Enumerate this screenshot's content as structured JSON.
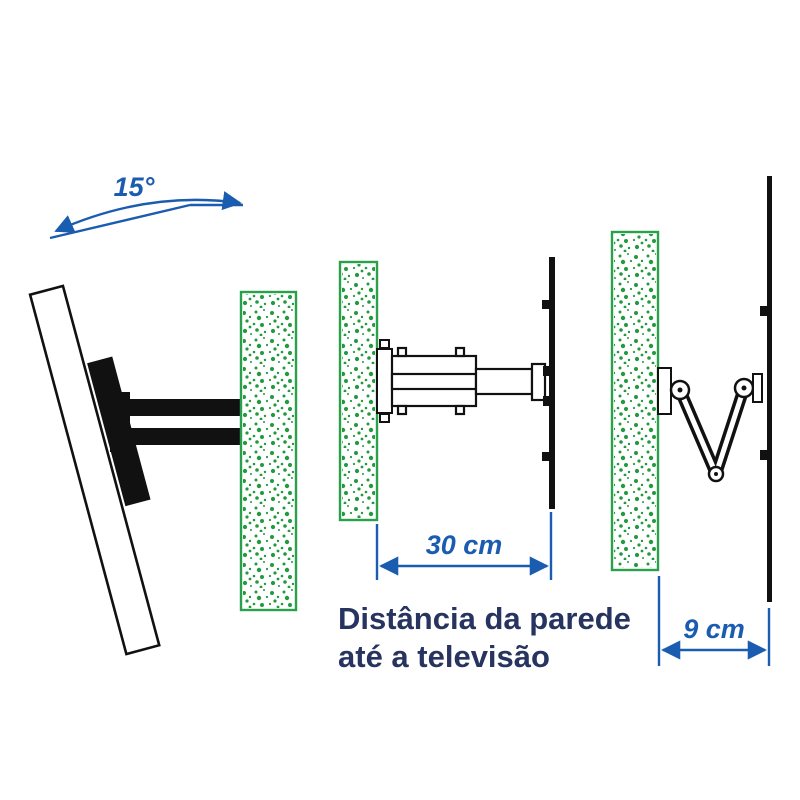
{
  "diagram": {
    "angle": {
      "label": "15°"
    },
    "extended_view": {
      "distance_label": "30 cm"
    },
    "folded_view": {
      "distance_label": "9 cm"
    },
    "caption": {
      "line1": "Distância da parede",
      "line2": "até a televisão"
    },
    "colors": {
      "dimension_blue": "#1a5caf",
      "wall_green": "#2aa04a",
      "speckle_green": "#219a3e",
      "caption_navy": "#283460",
      "bracket_black": "#111111"
    }
  }
}
